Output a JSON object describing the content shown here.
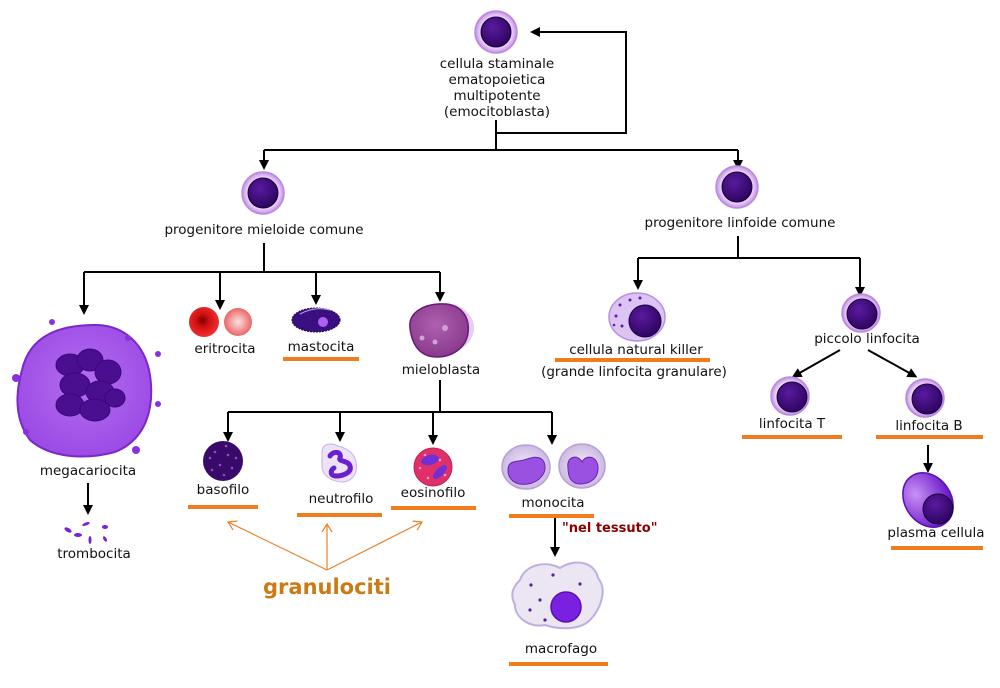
{
  "title": "Ematopoiesi",
  "nodes": {
    "stem": {
      "lines": [
        "cellula staminale",
        "ematopoietica",
        "multipotente",
        "(emocitoblasta)"
      ]
    },
    "myeloid": {
      "label": "progenitore mieloide comune"
    },
    "lymphoid": {
      "label": "progenitore linfoide comune"
    },
    "megakaryocyte": {
      "label": "megacariocita"
    },
    "thrombocyte": {
      "label": "trombocita"
    },
    "erythrocyte": {
      "label": "eritrocita"
    },
    "mastocyte": {
      "label": "mastocita",
      "underlined": true
    },
    "myeloblast": {
      "label": "mieloblasta"
    },
    "basophil": {
      "label": "basofilo",
      "underlined": true
    },
    "neutrophil": {
      "label": "neutrofilo",
      "underlined": true
    },
    "eosinophil": {
      "label": "eosinofilo",
      "underlined": true
    },
    "monocyte": {
      "label": "monocita",
      "underlined": true
    },
    "macrophage": {
      "label": "macrofago",
      "underlined": true
    },
    "nk": {
      "label": "cellula natural killer",
      "sublabel": "(grande linfocita granulare)",
      "underlined": true
    },
    "small_lymphocyte": {
      "label": "piccolo linfocita"
    },
    "t_cell": {
      "label": "linfocita T",
      "underlined": true
    },
    "b_cell": {
      "label": "linfocita B",
      "underlined": true
    },
    "plasma": {
      "label": "plasma cellula",
      "underlined": true
    }
  },
  "annotations": {
    "tissue": "\"nel tessuto\"",
    "granulocytes": "granulociti"
  },
  "colors": {
    "highlight_underline": "#f07c1e",
    "granulocyte_label": "#cc7a14",
    "tissue_label": "#8b0000",
    "nucleus": "#3d0a78",
    "cytoplasm_ring": "#c89ae8"
  }
}
